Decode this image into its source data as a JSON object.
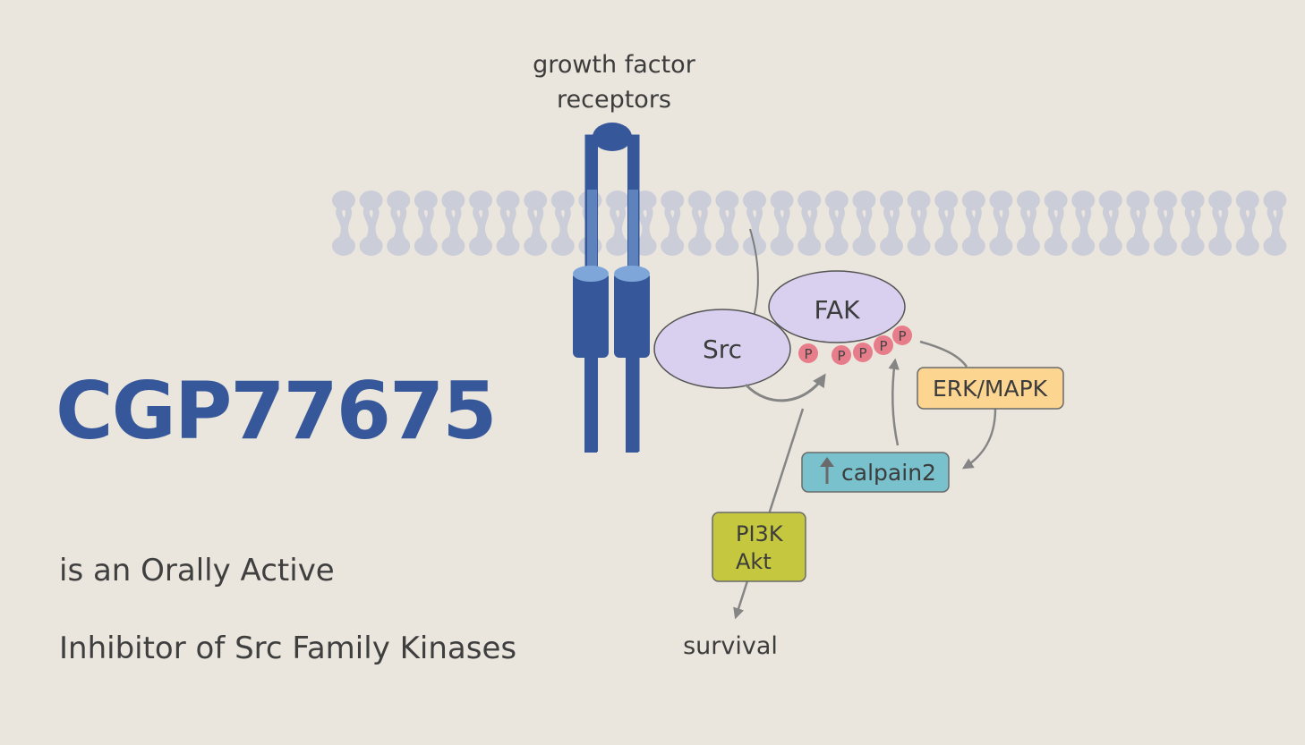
{
  "receptor_label": [
    "growth factor",
    "receptors"
  ],
  "nodes": {
    "fak": "FAK",
    "src": "Src",
    "erk": "ERK/MAPK",
    "calpain": "calpain2",
    "pi3k": [
      "PI3K",
      "Akt"
    ],
    "survival": "survival",
    "phospho": "P"
  },
  "title": "CGP77675",
  "subtitle_lines": [
    "is an Orally Active",
    "Inhibitor of Src Family Kinases"
  ],
  "colors": {
    "background": "#ebe6dd",
    "title": "#36589a",
    "receptor": "#36589a",
    "receptor_light": "#7fa6d8",
    "membrane": "#c6c9d9",
    "kinase_fill": "#d8d0ee",
    "phospho": "#e77d8a",
    "erk_box": "#fcd591",
    "calpain_box": "#79c1cd",
    "pi3k_box": "#c5c83f",
    "arrow": "#858585"
  },
  "icons": [
    "up-arrow-icon"
  ]
}
